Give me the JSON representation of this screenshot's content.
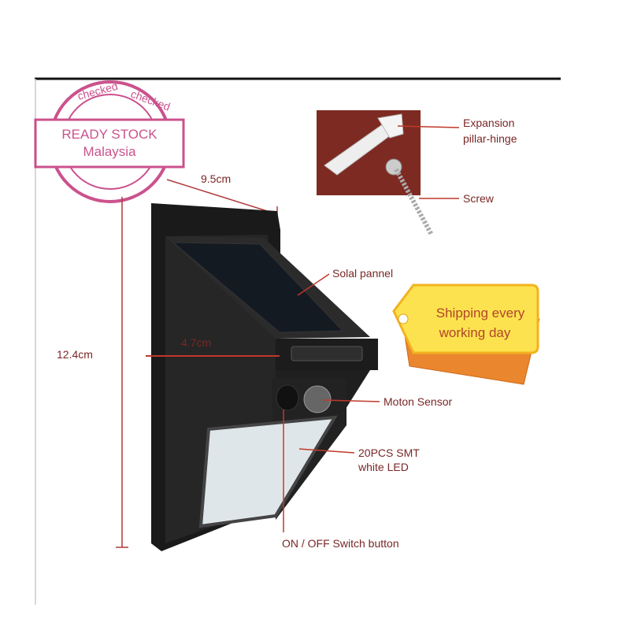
{
  "stamp": {
    "line1": "READY STOCK",
    "line2": "Malaysia",
    "ring_text": "checked",
    "color": "#c2357a"
  },
  "dimensions": {
    "width": "9.5cm",
    "height": "12.4cm",
    "depth": "4.7cm"
  },
  "accessories": {
    "expansion": "Expansion",
    "expansion_line2": "pillar-hinge",
    "screw": "Screw"
  },
  "callouts": {
    "solar": "Solal pannel",
    "sensor": "Moton Sensor",
    "led_line1": "20PCS SMT",
    "led_line2": "white LED",
    "switch": "ON / OFF Switch button"
  },
  "tag": {
    "line1": "Shipping every",
    "line2": "working day"
  },
  "colors": {
    "label_text": "#7a2626",
    "leader_line": "#c0392b",
    "tag_fill": "#fde24f"
  }
}
